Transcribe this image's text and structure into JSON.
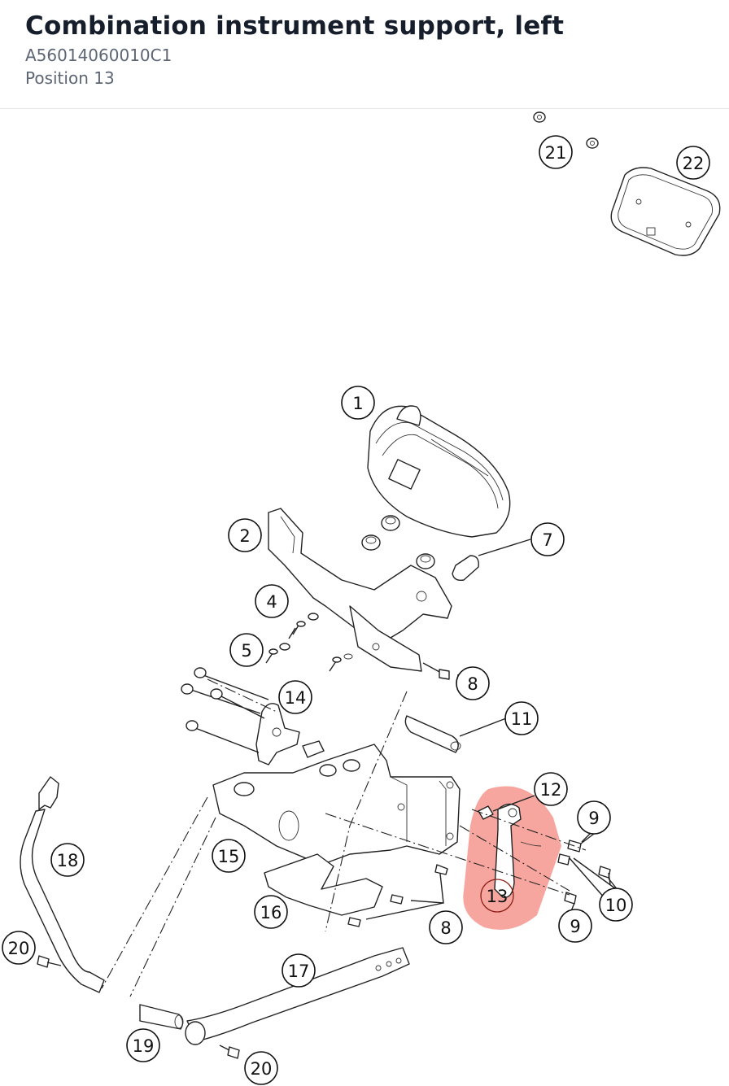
{
  "header": {
    "title": "Combination instrument support, left",
    "part_number": "A56014060010C1",
    "position_text": "Position 13"
  },
  "diagram": {
    "highlight_color": "#f4837a",
    "highlighted_callout": "13",
    "callouts": [
      "1",
      "2",
      "4",
      "5",
      "7",
      "8",
      "8",
      "9",
      "9",
      "10",
      "11",
      "12",
      "13",
      "14",
      "15",
      "16",
      "17",
      "18",
      "19",
      "20",
      "20",
      "21",
      "22"
    ]
  }
}
